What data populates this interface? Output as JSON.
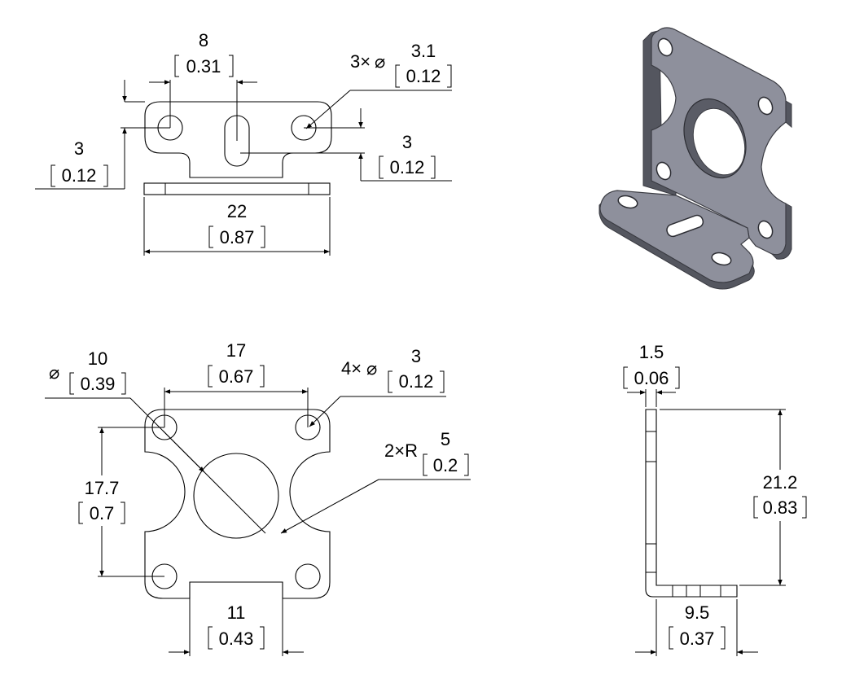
{
  "dimensions": {
    "top": {
      "hole_spacing": {
        "mm": "8",
        "inch": "0.31"
      },
      "hole_dia": {
        "count": "3×",
        "mm": "3.1",
        "inch": "0.12"
      },
      "edge_left": {
        "mm": "3",
        "inch": "0.12"
      },
      "edge_right": {
        "mm": "3",
        "inch": "0.12"
      },
      "width": {
        "mm": "22",
        "inch": "0.87"
      }
    },
    "front": {
      "bore": {
        "mm": "10",
        "inch": "0.39"
      },
      "hole_spacing_h": {
        "mm": "17",
        "inch": "0.67"
      },
      "hole_dia": {
        "count": "4×",
        "mm": "3",
        "inch": "0.12"
      },
      "cutout_radius": {
        "prefix": "2×R",
        "mm": "5",
        "inch": "0.2"
      },
      "hole_spacing_v": {
        "mm": "17.7",
        "inch": "0.7"
      },
      "slot_width": {
        "mm": "11",
        "inch": "0.43"
      }
    },
    "side": {
      "thickness": {
        "mm": "1.5",
        "inch": "0.06"
      },
      "height": {
        "mm": "21.2",
        "inch": "0.83"
      },
      "depth": {
        "mm": "9.5",
        "inch": "0.37"
      }
    }
  },
  "symbols": {
    "diameter": "⌀"
  },
  "colors": {
    "line": "#000000",
    "iso_face": "#8e909c",
    "iso_side": "#54565f",
    "iso_edge": "#3a3b42"
  }
}
